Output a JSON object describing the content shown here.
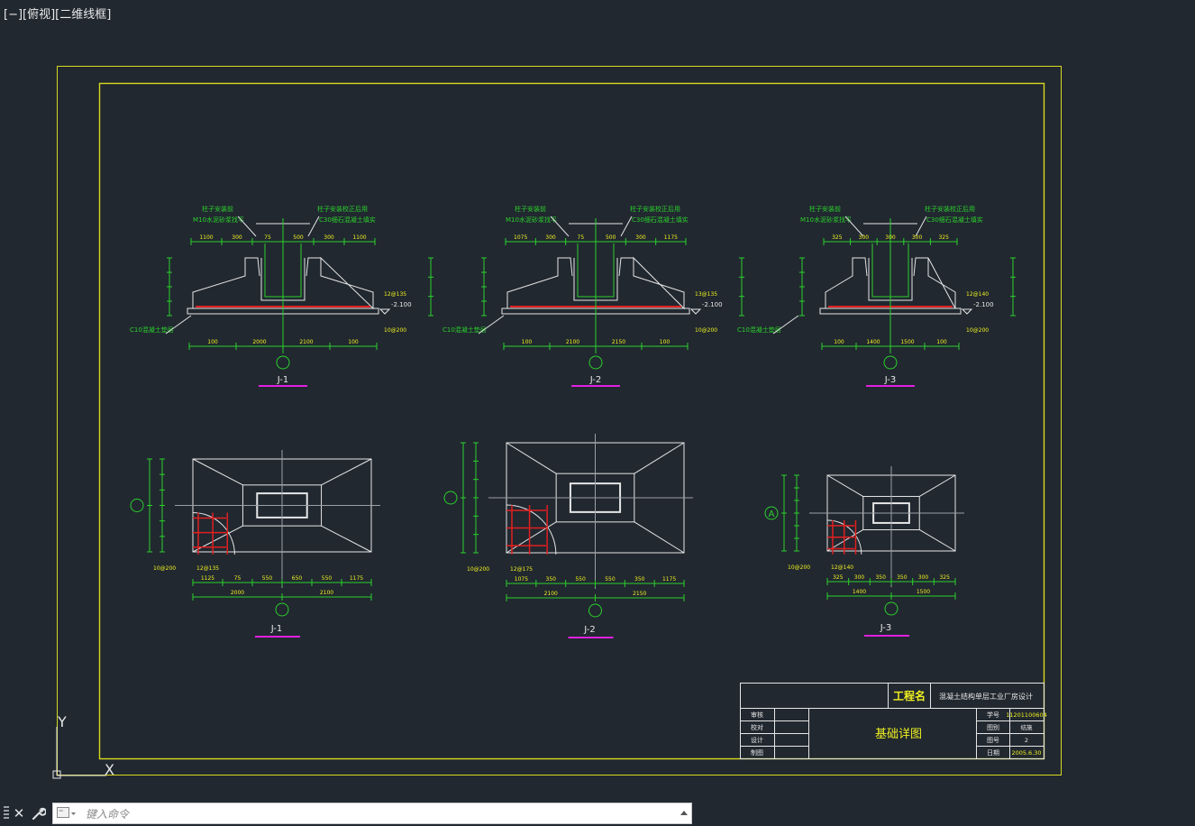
{
  "viewport_label": "[−][俯视][二维线框]",
  "colors": {
    "background": "#212830",
    "border": "#d8d820",
    "line": "#e6e6e6",
    "dim": "#2bd12b",
    "rebar": "#e02020",
    "magenta": "#e020e0",
    "label_yellow": "#f0f020"
  },
  "ucs": {
    "y_label": "Y",
    "x_label": "X"
  },
  "sections": [
    {
      "id": "J-1",
      "label": "J-1",
      "note_tl1": "柱子安装前",
      "note_tl2": "M10水泥砂浆找平",
      "note_tr1": "柱子安装校正后用",
      "note_tr2": "C30细石混凝土填实",
      "note_bl": "C10混凝土垫层",
      "rebar1": "12@135",
      "rebar2": "10@200",
      "elev": "-2.100",
      "dims_top": [
        "1100",
        "300",
        "75",
        "500",
        "300",
        "1100"
      ],
      "dims_bottom": [
        "100",
        "2000",
        "2100",
        "100"
      ]
    },
    {
      "id": "J-2",
      "label": "J-2",
      "note_tl1": "柱子安装前",
      "note_tl2": "M10水泥砂浆找平",
      "note_tr1": "柱子安装校正后用",
      "note_tr2": "C30细石混凝土填实",
      "note_bl": "C10混凝土垫层",
      "rebar1": "13@135",
      "rebar2": "10@200",
      "elev": "-2.100",
      "dims_top": [
        "1075",
        "300",
        "75",
        "500",
        "300",
        "1175"
      ],
      "dims_bottom": [
        "100",
        "2100",
        "2150",
        "100"
      ]
    },
    {
      "id": "J-3",
      "label": "J-3",
      "note_tl1": "柱子安装前",
      "note_tl2": "M10水泥砂浆找平",
      "note_tr1": "柱子安装校正后用",
      "note_tr2": "C30细石混凝土填实",
      "note_bl": "C10混凝土垫层",
      "rebar1": "12@140",
      "rebar2": "10@200",
      "elev": "-2.100",
      "dims_top": [
        "325",
        "300",
        "300",
        "300",
        "325"
      ],
      "dims_bottom": [
        "100",
        "1400",
        "1500",
        "100"
      ]
    }
  ],
  "plans": [
    {
      "id": "J-1",
      "label": "J-1",
      "rebar1": "10@200",
      "rebar2": "12@135",
      "dims_a": [
        "1125",
        "75",
        "550",
        "650",
        "550",
        "1175"
      ],
      "dims_b": [
        "2000",
        "2100"
      ]
    },
    {
      "id": "J-2",
      "label": "J-2",
      "rebar1": "10@200",
      "rebar2": "12@175",
      "dims_a": [
        "1075",
        "350",
        "550",
        "550",
        "350",
        "1175"
      ],
      "dims_b": [
        "2100",
        "2150"
      ]
    },
    {
      "id": "J-3",
      "label": "J-3",
      "axis": "A",
      "rebar1": "10@200",
      "rebar2": "12@140",
      "dims_a": [
        "325",
        "300",
        "350",
        "350",
        "300",
        "325"
      ],
      "dims_b": [
        "1400",
        "1500"
      ]
    }
  ],
  "title_block": {
    "project_label": "工程名",
    "project_name": "混凝土结构单层工业厂房设计",
    "drawing_title": "基础详图",
    "left_rows": [
      "审核",
      "校对",
      "设计",
      "制图"
    ],
    "right_rows": [
      {
        "label": "学号",
        "value": "11201100604"
      },
      {
        "label": "图别",
        "value": "结施"
      },
      {
        "label": "图号",
        "value": "2"
      },
      {
        "label": "日期",
        "value": "2005.6.30"
      }
    ]
  },
  "command": {
    "placeholder": "键入命令",
    "close_symbol": "✕"
  }
}
